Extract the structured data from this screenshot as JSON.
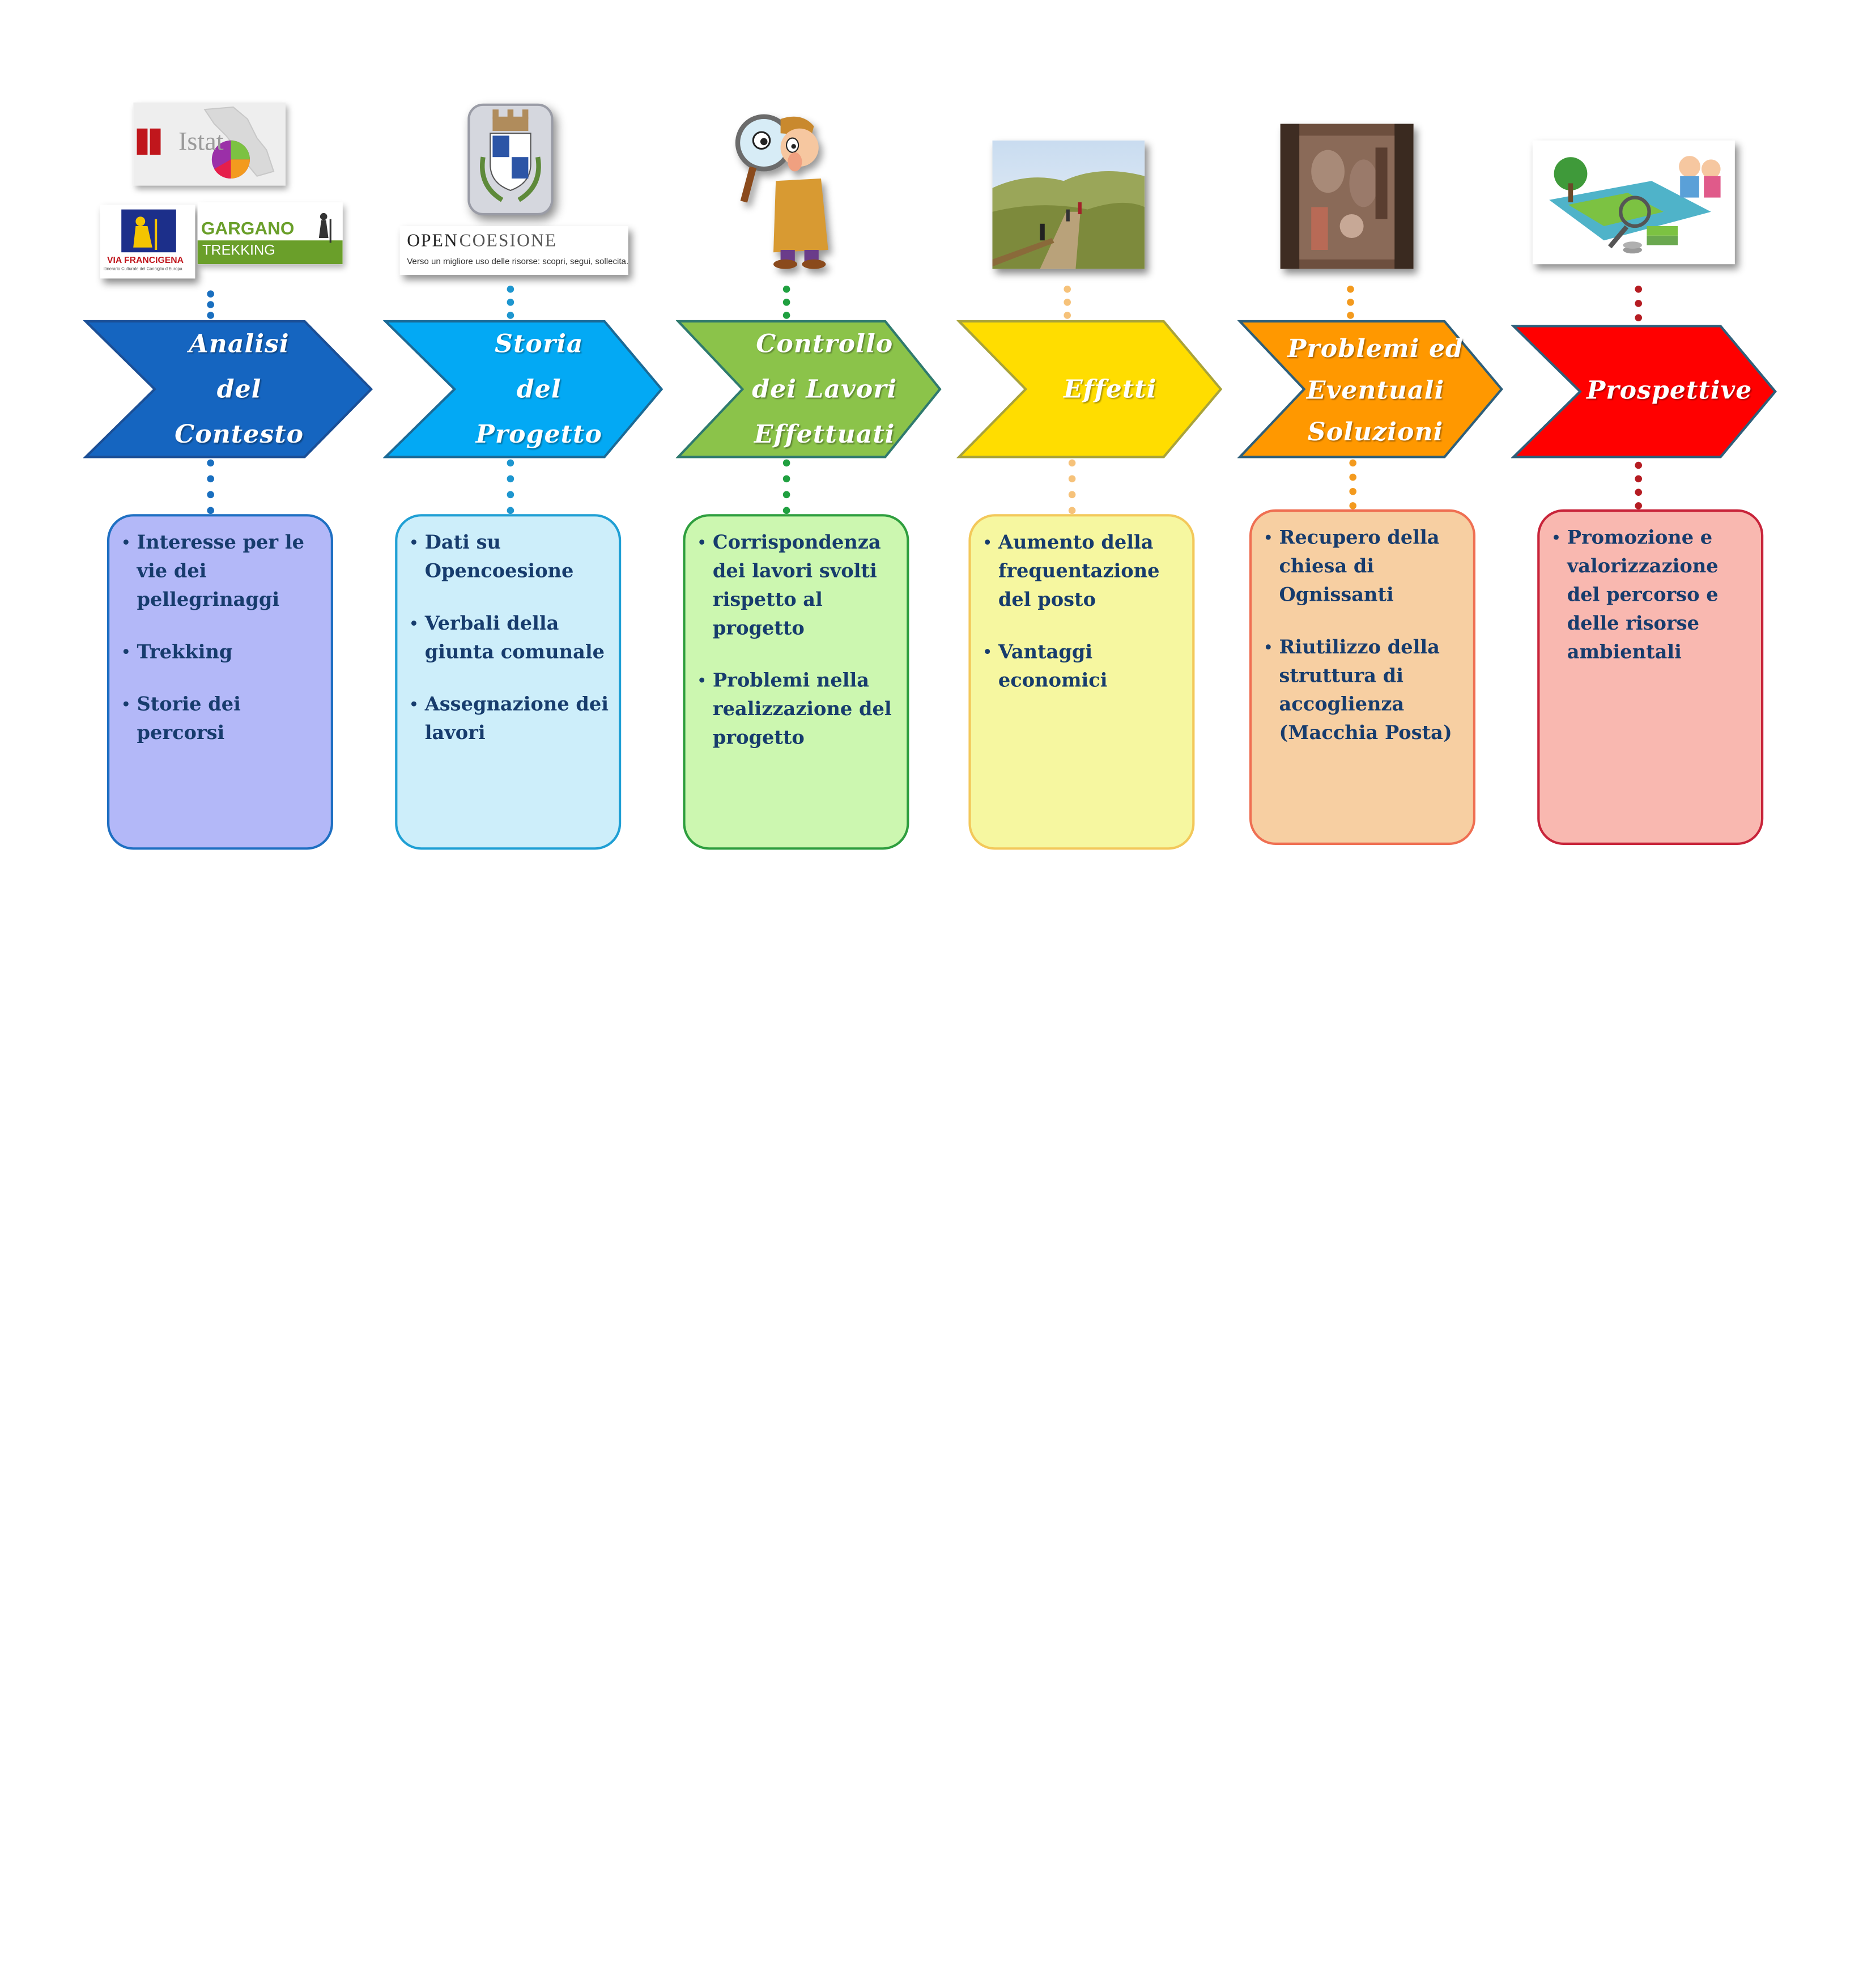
{
  "logos": {
    "istat": "Istat",
    "via_francigena": "VIA FRANCIGENA",
    "via_francigena_sub": "Itinerario Culturale del Consiglio d'Europa",
    "gargano": "GARGANO",
    "gargano_sub": "TREKKING",
    "opencoesione_open": "OPEN",
    "opencoesione_coesione": "COESIONE",
    "opencoesione_tagline": "Verso un migliore uso delle risorse: scopri, segui, sollecita."
  },
  "steps": [
    {
      "id": "analisi",
      "title_lines": [
        "Analisi",
        "del",
        "Contesto"
      ],
      "color": "#1565c0",
      "box_bg": "#b3b8f8",
      "box_border": "#1e6fc2",
      "dot_color": "#1a6fbf",
      "items": [
        "Interesse per le vie dei pellegrinaggi",
        "Trekking",
        "Storie dei percorsi"
      ]
    },
    {
      "id": "storia",
      "title_lines": [
        "Storia",
        "del",
        "Progetto"
      ],
      "color": "#03a9f4",
      "box_bg": "#cdeefa",
      "box_border": "#1f9fd4",
      "dot_color": "#1e96cf",
      "items": [
        "Dati su Opencoesione",
        "Verbali della giunta comunale",
        "Assegnazione dei lavori"
      ]
    },
    {
      "id": "controllo",
      "title_lines": [
        "Controllo",
        "dei  Lavori",
        "Effettuati"
      ],
      "color": "#8bc34a",
      "box_bg": "#ccf7b0",
      "box_border": "#2e9e3e",
      "dot_color": "#20a040",
      "items": [
        "Corrispondenza dei lavori svolti rispetto al progetto",
        "Problemi nella realizzazione del progetto"
      ]
    },
    {
      "id": "effetti",
      "title_lines": [
        "Effetti"
      ],
      "color": "#ffdd00",
      "box_bg": "#f6f7a0",
      "box_border": "#f3c85a",
      "dot_color": "#f6c27a",
      "items": [
        "Aumento della frequentazione del posto",
        "Vantaggi economici"
      ]
    },
    {
      "id": "problemi",
      "title_lines": [
        "Problemi  ed",
        "Eventuali",
        "Soluzioni"
      ],
      "color": "#ff9800",
      "box_bg": "#f7cfa2",
      "box_border": "#ef6f52",
      "dot_color": "#f39a1e",
      "items": [
        "Recupero della chiesa di Ognissanti",
        "Riutilizzo della struttura di accoglienza (Macchia Posta)"
      ]
    },
    {
      "id": "prospettive",
      "title_lines": [
        "Prospettive"
      ],
      "color": "#ff0000",
      "box_bg": "#f9b8b0",
      "box_border": "#c8243a",
      "dot_color": "#b51c22",
      "items": [
        "Promozione e valorizzazione del percorso e delle risorse ambientali"
      ]
    }
  ]
}
